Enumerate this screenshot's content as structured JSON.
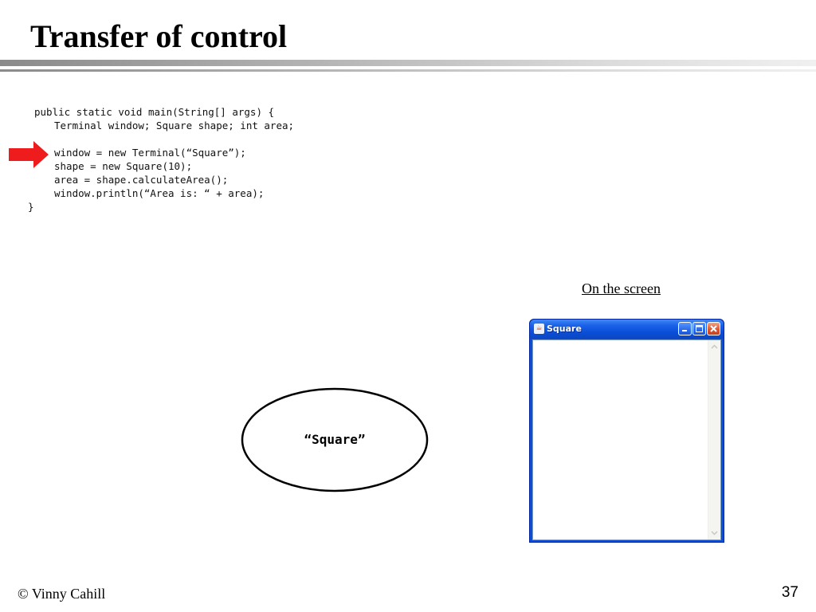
{
  "slide": {
    "title": "Transfer of control",
    "code_lines": [
      "public static void main(String[] args) {",
      "Terminal window; Square shape; int area;",
      "",
      "window = new Terminal(“Square”);",
      "shape = new Square(10);",
      "area = shape.calculateArea();",
      "window.println(“Area is: “ + area);",
      "}"
    ],
    "pointer_icon": "right-arrow-icon",
    "pointer_color": "#ee1c1c",
    "screen_label": "On the screen",
    "object_label": "“Square”",
    "terminal_window": {
      "title": "Square",
      "titlebar_color": "#0a4fd8",
      "close_color": "#e2572f",
      "icons": [
        "java-app-icon",
        "minimize-icon",
        "maximize-icon",
        "close-icon"
      ]
    },
    "footer": {
      "author": "© Vinny Cahill",
      "page_number": "37"
    }
  }
}
